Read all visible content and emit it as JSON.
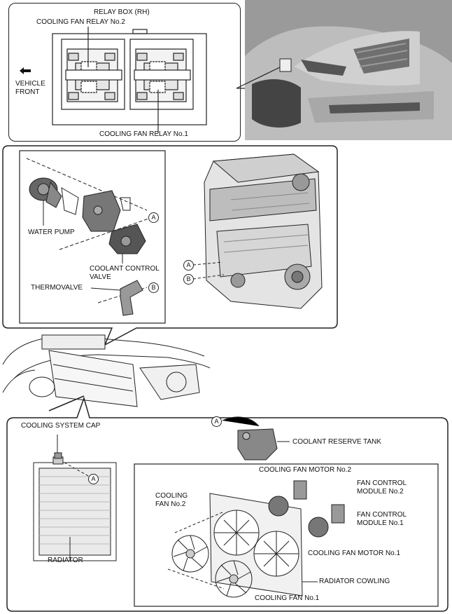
{
  "relay_panel": {
    "title": "RELAY BOX (RH)",
    "relay_no2": "COOLING FAN RELAY No.2",
    "relay_no1": "COOLING FAN RELAY No.1",
    "vehicle_front_line1": "VEHICLE",
    "vehicle_front_line2": "FRONT",
    "arrow_icon": "arrow-left-icon"
  },
  "engine_panel": {
    "water_pump": "WATER PUMP",
    "coolant_control_valve_line1": "COOLANT CONTROL",
    "coolant_control_valve_line2": "VALVE",
    "thermovalve": "THERMOVALVE",
    "ref_a": "A",
    "ref_b": "B"
  },
  "radiator_panel": {
    "cooling_system_cap": "COOLING SYSTEM CAP",
    "radiator": "RADIATOR",
    "coolant_reserve_tank": "COOLANT RESERVE TANK",
    "cooling_fan_motor_no2": "COOLING FAN MOTOR No.2",
    "fan_control_module_no2_line1": "FAN CONTROL",
    "fan_control_module_no2_line2": "MODULE No.2",
    "fan_control_module_no1_line1": "FAN CONTROL",
    "fan_control_module_no1_line2": "MODULE No.1",
    "cooling_fan_no2_line1": "COOLING",
    "cooling_fan_no2_line2": "FAN No.2",
    "cooling_fan_motor_no1": "COOLING FAN MOTOR No.1",
    "radiator_cowling": "RADIATOR COWLING",
    "cooling_fan_no1": "COOLING FAN No.1",
    "ref_a": "A"
  }
}
